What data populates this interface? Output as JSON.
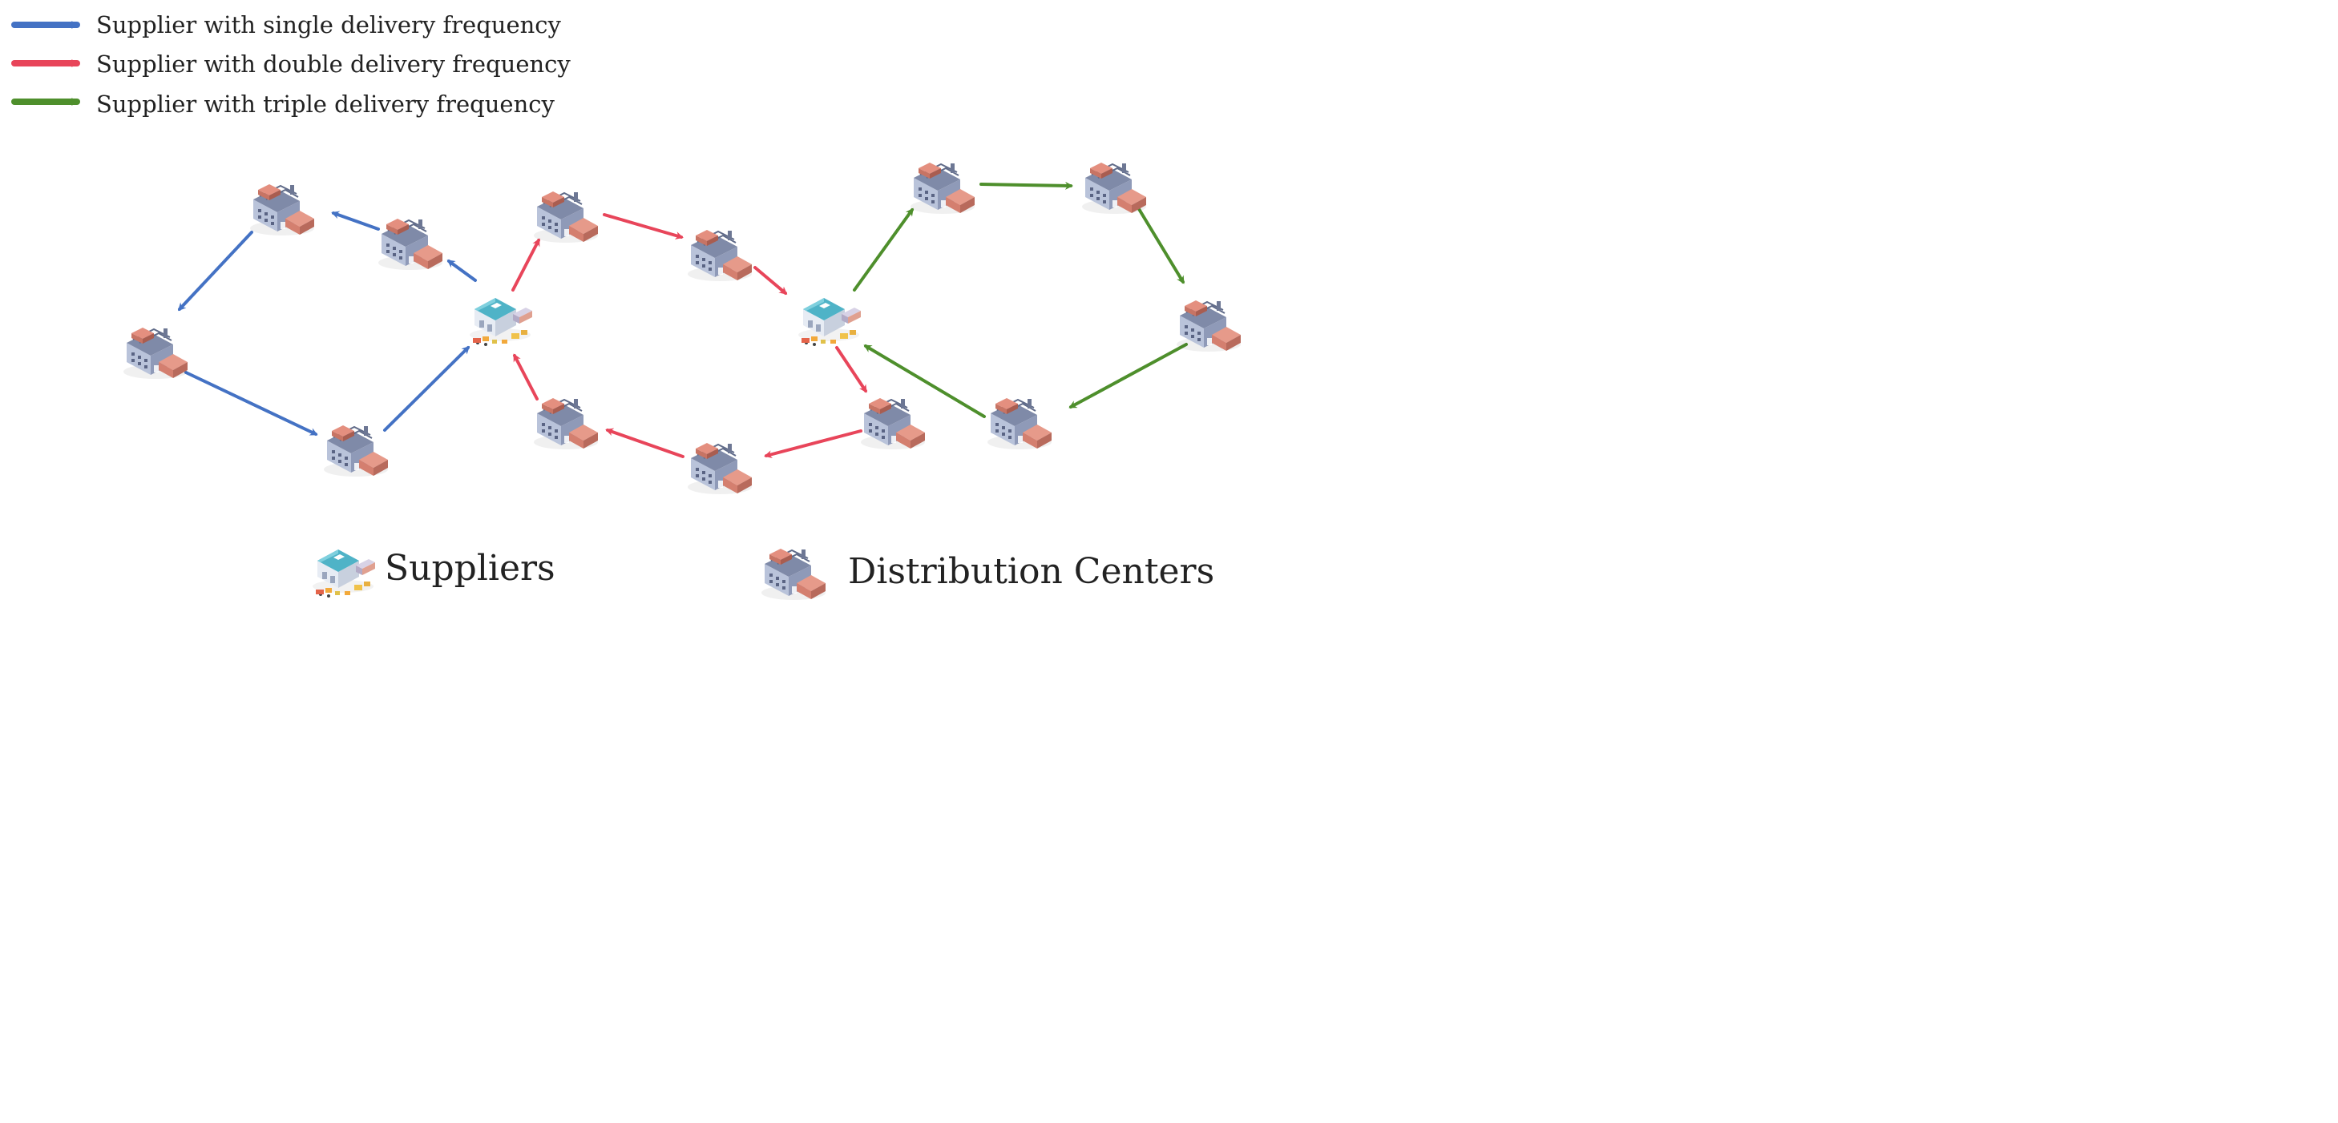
{
  "legend": {
    "items": [
      {
        "label": "Supplier with single delivery frequency",
        "color": "#4472c4"
      },
      {
        "label": "Supplier with double delivery frequency",
        "color": "#e8455a"
      },
      {
        "label": "Supplier with triple delivery frequency",
        "color": "#4e8f2c"
      }
    ]
  },
  "key": {
    "suppliers_label": "Suppliers",
    "distribution_centers_label": "Distribution Centers"
  },
  "icons": {
    "supplier": "supplier-warehouse-icon",
    "distribution_center": "distribution-center-icon"
  },
  "colors": {
    "single": "#4472c4",
    "double": "#e8455a",
    "triple": "#4e8f2c",
    "dc_wall": "#a9b4cf",
    "dc_roof": "#e6907f",
    "supplier_roof": "#4fb3c7"
  }
}
